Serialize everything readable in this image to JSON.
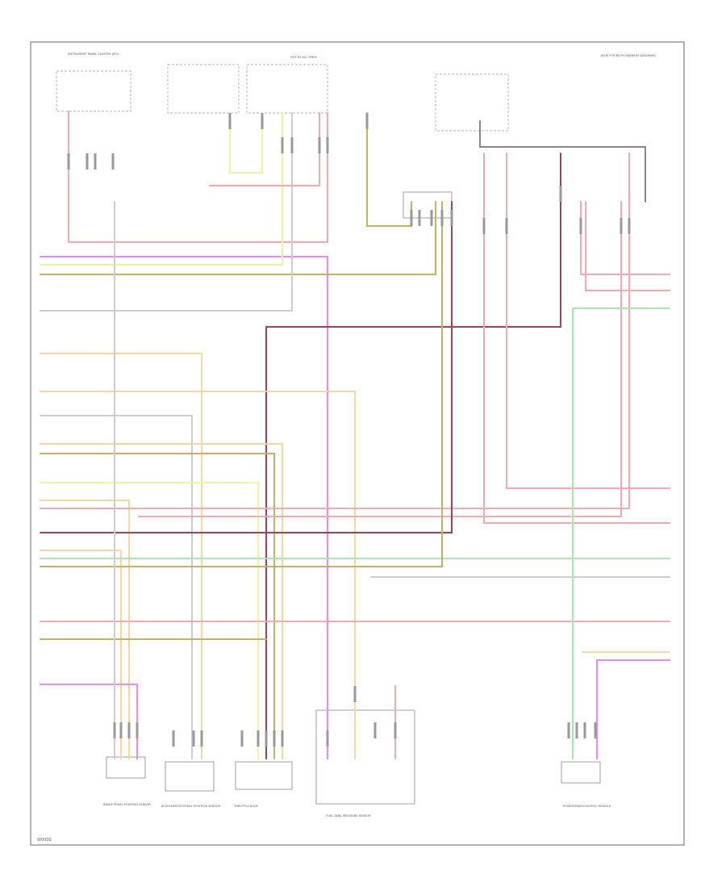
{
  "diagram": {
    "colors": {
      "yellow": "#f2f2a0",
      "orange": "#f5d6a0",
      "pink": "#f4a8b0",
      "magenta": "#ee88ee",
      "green": "#a8e8a8",
      "darkred": "#a0405a",
      "olive": "#c8b060",
      "gray": "#cccccc",
      "black": "#888888"
    },
    "footer_code": "W0000",
    "top_left_component": "INSTRUMENT PANEL CLUSTER (IPC)",
    "top_center_component": "HOT AT ALL TIMES",
    "top_right_note": "BLUE FOR BOTH HARNESS DIAGRAMS",
    "bottom_components": [
      "BRAKE PEDAL POSITION SENSOR",
      "ACCELERATOR PEDAL POSITION SENSOR",
      "THROTTLE BODY",
      "FUEL TANK PRESSURE SENSOR",
      "POWERTRAIN CONTROL MODULE"
    ]
  }
}
